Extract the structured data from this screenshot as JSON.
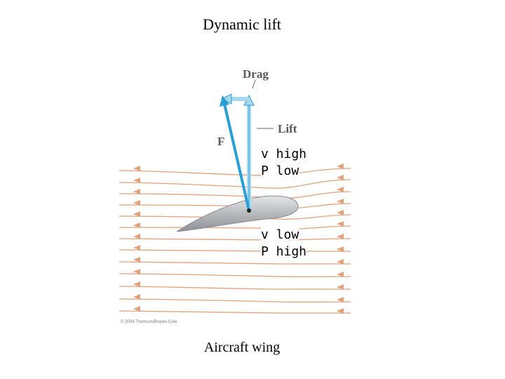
{
  "slide": {
    "title": "Dynamic lift",
    "caption": "Aircraft wing"
  },
  "figure": {
    "drag_label": "Drag",
    "lift_label": "Lift",
    "force_label": "F",
    "upper_velocity": "v high",
    "upper_pressure": "P low",
    "lower_velocity": "v low",
    "lower_pressure": "P high",
    "copyright": "© 2004 Thomson/Brooks Cole"
  },
  "colors": {
    "streamline": "#e0a27c",
    "vector": "#2a9fd6",
    "component_vector": "#a6d8ee",
    "airfoil": "#b7b9bd"
  }
}
